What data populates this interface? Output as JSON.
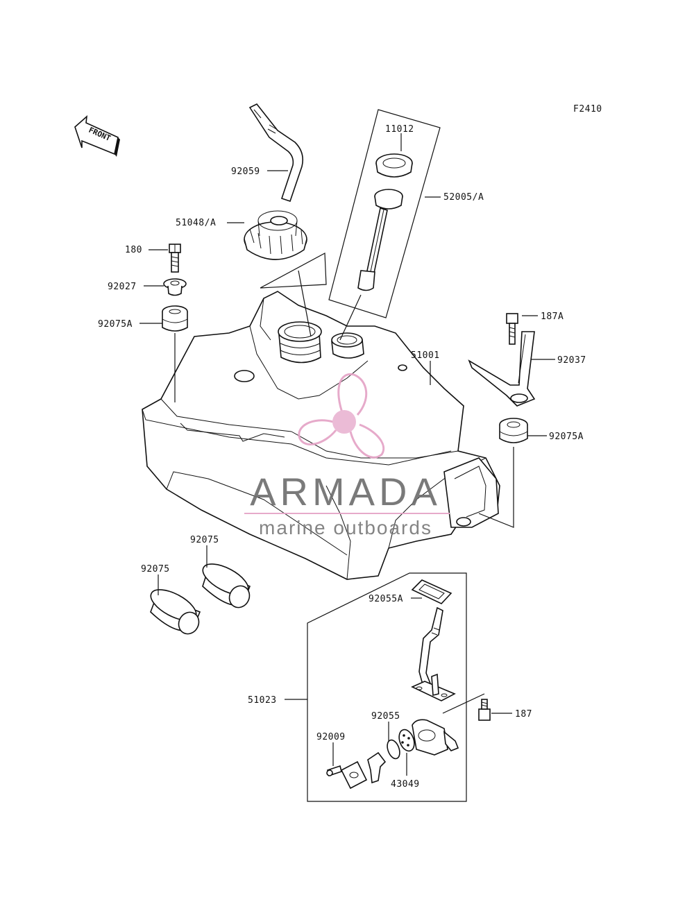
{
  "diagram_code": "F2410",
  "front_arrow": "FRONT",
  "parts": {
    "p11012": "11012",
    "p52005A": "52005/A",
    "p92059": "92059",
    "p51048A": "51048/A",
    "p180": "180",
    "p92027": "92027",
    "p92075A_left": "92075A",
    "p187A": "187A",
    "p51001": "51001",
    "p92037": "92037",
    "p92075A_right": "92075A",
    "p92075_upper": "92075",
    "p92075_lower": "92075",
    "p92055A": "92055A",
    "p51023": "51023",
    "p187": "187",
    "p92055": "92055",
    "p92009": "92009",
    "p43049": "43049"
  },
  "watermark": {
    "title": "ARMADA",
    "subtitle": "marine outboards",
    "colors": {
      "text": "#6f6f6f",
      "accent": "#e4a3c6",
      "hub": "#eab6d3"
    }
  },
  "colors": {
    "line": "#111111",
    "background": "#ffffff"
  }
}
